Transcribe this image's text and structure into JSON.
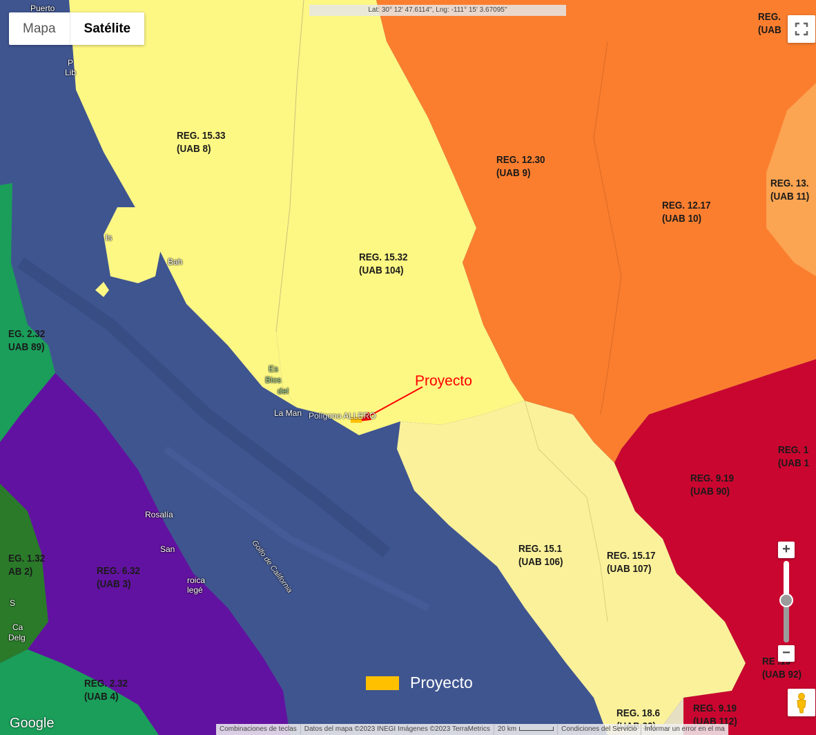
{
  "coords_readout": "Lat: 30° 12' 47.6114'', Lng: -111° 15' 3.67095''",
  "map_type": {
    "map_label": "Mapa",
    "satellite_label": "Satélite",
    "selected": "Satélite"
  },
  "colors": {
    "sea": "#3f5590",
    "reg15": "#fdf784",
    "reg15_1": "#fbf19a",
    "reg12": "#fb7e2f",
    "reg13": "#fba451",
    "reg9": "#c9062f",
    "reg6": "#6212a0",
    "reg1": "#2a7a2a",
    "reg2": "#1a9e5a",
    "reg18": "#e6dfc2",
    "project": "#ffc000",
    "project_label": "#ff0000"
  },
  "regions": {
    "r15_33": {
      "name": "REG. 15.33",
      "uab": "(UAB 8)"
    },
    "r12_30": {
      "name": "REG. 12.30",
      "uab": "(UAB 9)"
    },
    "r13": {
      "name": "REG. 13.",
      "uab": "(UAB 11)"
    },
    "r12_17": {
      "name": "REG. 12.17",
      "uab": "(UAB 10)"
    },
    "r15_32": {
      "name": "REG. 15.32",
      "uab": "(UAB 104)"
    },
    "r2_32a": {
      "name": "EG. 2.32",
      "uab": "UAB 89)"
    },
    "r9_19a": {
      "name": "REG. 9.19",
      "uab": "(UAB 90)"
    },
    "r15_1": {
      "name": "REG. 15.1",
      "uab": "(UAB 106)"
    },
    "r15_17": {
      "name": "REG. 15.17",
      "uab": "(UAB 107)"
    },
    "r1_32": {
      "name": "EG. 1.32",
      "uab": "AB 2)"
    },
    "r6_32": {
      "name": "REG. 6.32",
      "uab": "(UAB 3)"
    },
    "r2_32b": {
      "name": "REG. 2.32",
      "uab": "(UAB 4)"
    },
    "r18_6": {
      "name": "REG. 18.6",
      "uab": "(UAB 32)"
    },
    "r9_19b": {
      "name": "REG. 9.19",
      "uab": "(UAB 112)"
    },
    "r9_19c": {
      "name": "RE .19",
      "uab": "(UAB 92)"
    },
    "r_top": {
      "name": "REG.",
      "uab": "(UAB"
    },
    "r_right": {
      "name": "REG. 1",
      "uab": "(UAB 1"
    }
  },
  "places": {
    "puerto": "Puerto",
    "lib": "P",
    "lib2": "Lib",
    "isla": "Is",
    "bahia": "Bah",
    "biosfera1": "Es",
    "biosfera2": "Bios",
    "biosfera3": "del",
    "la_manga": "La Man",
    "poligono": "Polígono ALLERO",
    "rosalia": "Rosalía",
    "golfo": "Golfo de California",
    "san": "San",
    "heroica1": "roica",
    "heroica2": "legé",
    "delg": "Delg",
    "ca": "Ca",
    "s": "S"
  },
  "project_label": "Proyecto",
  "legend": {
    "label": "Proyecto"
  },
  "zoom": {
    "plus": "+",
    "minus": "−",
    "level": 0.52
  },
  "google_logo": "Google",
  "footer": {
    "shortcuts": "Combinaciones de teclas",
    "data": "Datos del mapa ©2023 INEGI Imágenes ©2023 TerraMetrics",
    "scale": "20 km",
    "terms": "Condiciones del Servicio",
    "report": "Informar un error en el ma"
  }
}
